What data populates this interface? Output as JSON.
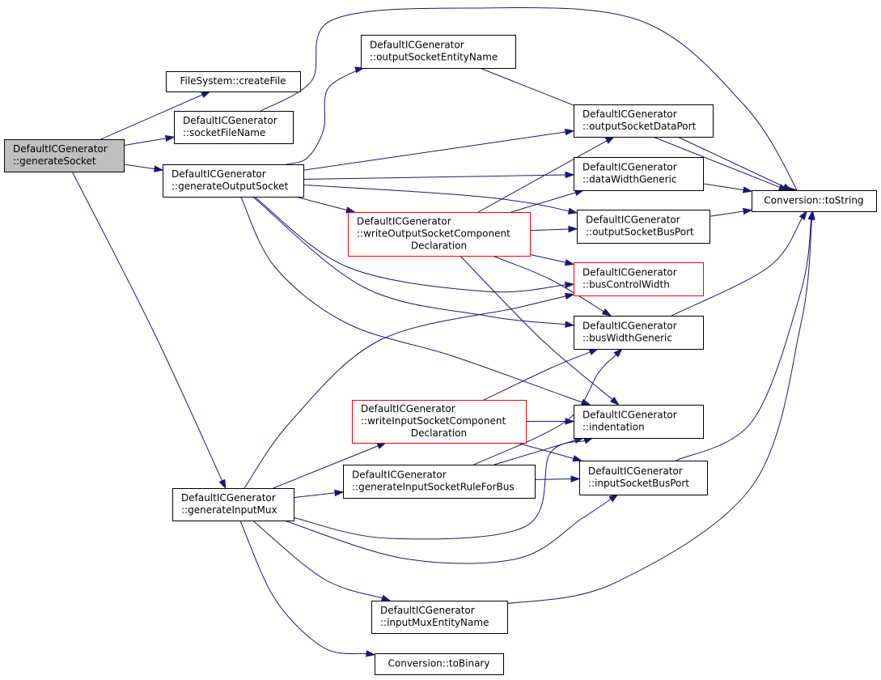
{
  "colors": {
    "edge": "#191970",
    "node_border": "#000000",
    "node_fill": "#ffffff",
    "highlight_fill": "#bfbfbf",
    "truncated_border": "#ff0000"
  },
  "nodes": [
    {
      "id": "generateSocket",
      "lines": [
        "DefaultICGenerator",
        "::generateSocket"
      ],
      "style": "highlight"
    },
    {
      "id": "createFile",
      "lines": [
        "FileSystem::createFile"
      ],
      "style": "normal"
    },
    {
      "id": "socketFileName",
      "lines": [
        "DefaultICGenerator",
        "::socketFileName"
      ],
      "style": "normal"
    },
    {
      "id": "generateOutputSocket",
      "lines": [
        "DefaultICGenerator",
        "::generateOutputSocket"
      ],
      "style": "normal"
    },
    {
      "id": "outputSocketEntityName",
      "lines": [
        "DefaultICGenerator",
        "::outputSocketEntityName"
      ],
      "style": "normal"
    },
    {
      "id": "outputSocketDataPort",
      "lines": [
        "DefaultICGenerator",
        "::outputSocketDataPort"
      ],
      "style": "normal"
    },
    {
      "id": "dataWidthGeneric",
      "lines": [
        "DefaultICGenerator",
        "::dataWidthGeneric"
      ],
      "style": "normal"
    },
    {
      "id": "toString",
      "lines": [
        "Conversion::toString"
      ],
      "style": "normal"
    },
    {
      "id": "writeOutputSocketComponentDeclaration",
      "lines": [
        "DefaultICGenerator",
        "::writeOutputSocketComponent",
        "Declaration"
      ],
      "style": "truncated"
    },
    {
      "id": "outputSocketBusPort",
      "lines": [
        "DefaultICGenerator",
        "::outputSocketBusPort"
      ],
      "style": "normal"
    },
    {
      "id": "busControlWidth",
      "lines": [
        "DefaultICGenerator",
        "::busControlWidth"
      ],
      "style": "truncated"
    },
    {
      "id": "busWidthGeneric",
      "lines": [
        "DefaultICGenerator",
        "::busWidthGeneric"
      ],
      "style": "normal"
    },
    {
      "id": "writeInputSocketComponentDeclaration",
      "lines": [
        "DefaultICGenerator",
        "::writeInputSocketComponent",
        "Declaration"
      ],
      "style": "truncated"
    },
    {
      "id": "indentation",
      "lines": [
        "DefaultICGenerator",
        "::indentation"
      ],
      "style": "normal"
    },
    {
      "id": "generateInputSocketRuleForBus",
      "lines": [
        "DefaultICGenerator",
        "::generateInputSocketRuleForBus"
      ],
      "style": "normal"
    },
    {
      "id": "inputSocketBusPort",
      "lines": [
        "DefaultICGenerator",
        "::inputSocketBusPort"
      ],
      "style": "normal"
    },
    {
      "id": "generateInputMux",
      "lines": [
        "DefaultICGenerator",
        "::generateInputMux"
      ],
      "style": "normal"
    },
    {
      "id": "inputMuxEntityName",
      "lines": [
        "DefaultICGenerator",
        "::inputMuxEntityName"
      ],
      "style": "normal"
    },
    {
      "id": "toBinary",
      "lines": [
        "Conversion::toBinary"
      ],
      "style": "normal"
    }
  ],
  "edges": [
    {
      "from": "generateSocket",
      "to": "createFile"
    },
    {
      "from": "generateSocket",
      "to": "socketFileName"
    },
    {
      "from": "generateSocket",
      "to": "generateOutputSocket"
    },
    {
      "from": "generateSocket",
      "to": "generateInputMux"
    },
    {
      "from": "socketFileName",
      "to": "toString"
    },
    {
      "from": "generateOutputSocket",
      "to": "outputSocketEntityName"
    },
    {
      "from": "generateOutputSocket",
      "to": "outputSocketDataPort"
    },
    {
      "from": "generateOutputSocket",
      "to": "dataWidthGeneric"
    },
    {
      "from": "generateOutputSocket",
      "to": "writeOutputSocketComponentDeclaration"
    },
    {
      "from": "generateOutputSocket",
      "to": "outputSocketBusPort"
    },
    {
      "from": "generateOutputSocket",
      "to": "busWidthGeneric"
    },
    {
      "from": "generateOutputSocket",
      "to": "busControlWidth"
    },
    {
      "from": "generateOutputSocket",
      "to": "indentation"
    },
    {
      "from": "outputSocketEntityName",
      "to": "toString"
    },
    {
      "from": "outputSocketDataPort",
      "to": "toString"
    },
    {
      "from": "dataWidthGeneric",
      "to": "toString"
    },
    {
      "from": "outputSocketBusPort",
      "to": "toString"
    },
    {
      "from": "busWidthGeneric",
      "to": "toString"
    },
    {
      "from": "inputSocketBusPort",
      "to": "toString"
    },
    {
      "from": "inputMuxEntityName",
      "to": "toString"
    },
    {
      "from": "writeOutputSocketComponentDeclaration",
      "to": "outputSocketDataPort"
    },
    {
      "from": "writeOutputSocketComponentDeclaration",
      "to": "dataWidthGeneric"
    },
    {
      "from": "writeOutputSocketComponentDeclaration",
      "to": "outputSocketBusPort"
    },
    {
      "from": "writeOutputSocketComponentDeclaration",
      "to": "busControlWidth"
    },
    {
      "from": "writeOutputSocketComponentDeclaration",
      "to": "busWidthGeneric"
    },
    {
      "from": "writeOutputSocketComponentDeclaration",
      "to": "indentation"
    },
    {
      "from": "writeInputSocketComponentDeclaration",
      "to": "busWidthGeneric"
    },
    {
      "from": "writeInputSocketComponentDeclaration",
      "to": "indentation"
    },
    {
      "from": "writeInputSocketComponentDeclaration",
      "to": "inputSocketBusPort"
    },
    {
      "from": "generateInputSocketRuleForBus",
      "to": "busWidthGeneric"
    },
    {
      "from": "generateInputSocketRuleForBus",
      "to": "indentation"
    },
    {
      "from": "generateInputSocketRuleForBus",
      "to": "inputSocketBusPort"
    },
    {
      "from": "generateInputMux",
      "to": "busControlWidth"
    },
    {
      "from": "generateInputMux",
      "to": "writeInputSocketComponentDeclaration"
    },
    {
      "from": "generateInputMux",
      "to": "generateInputSocketRuleForBus"
    },
    {
      "from": "generateInputMux",
      "to": "indentation"
    },
    {
      "from": "generateInputMux",
      "to": "inputSocketBusPort"
    },
    {
      "from": "generateInputMux",
      "to": "inputMuxEntityName"
    },
    {
      "from": "generateInputMux",
      "to": "toBinary"
    }
  ]
}
